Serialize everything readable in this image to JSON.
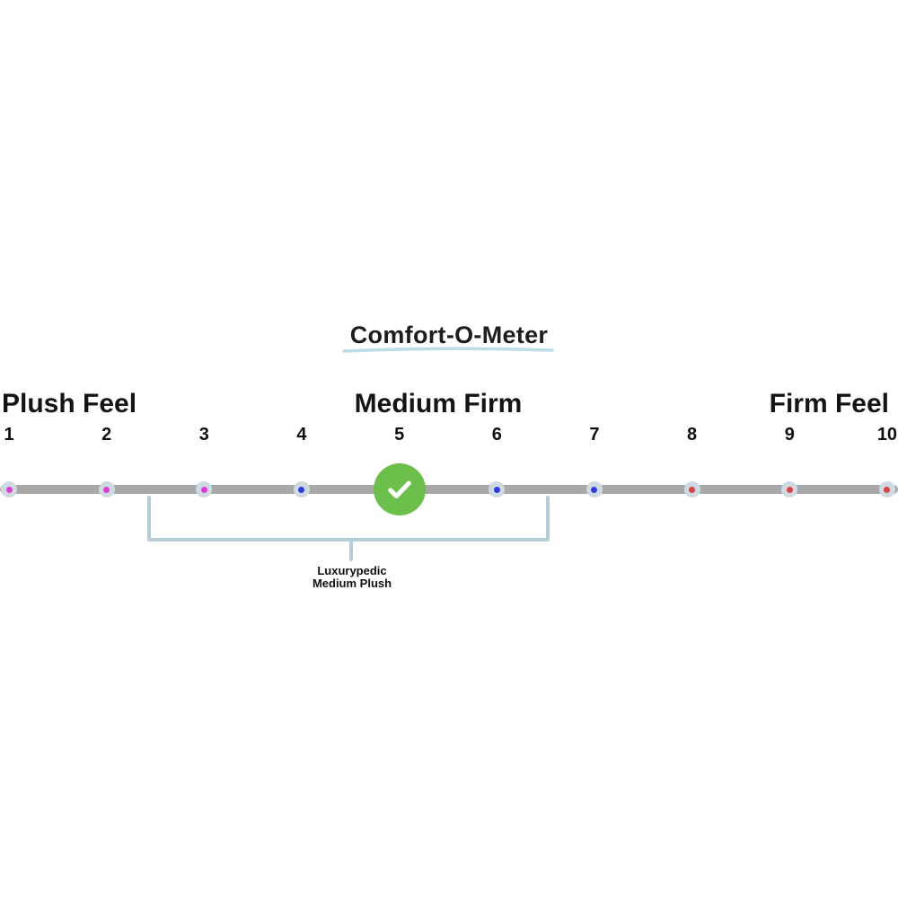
{
  "title": "Comfort-O-Meter",
  "scale": {
    "left_label": "Plush Feel",
    "center_label": "Medium Firm",
    "right_label": "Firm Feel",
    "selected_value": "5",
    "points": [
      {
        "number": "1",
        "color": "#de3cd9",
        "type": "dot"
      },
      {
        "number": "2",
        "color": "#de3cd9",
        "type": "dot"
      },
      {
        "number": "3",
        "color": "#de3cd9",
        "type": "dot"
      },
      {
        "number": "4",
        "color": "#2e3ed4",
        "type": "dot"
      },
      {
        "number": "5",
        "color": "#6cbf4b",
        "type": "selected"
      },
      {
        "number": "6",
        "color": "#2e3ed4",
        "type": "dot"
      },
      {
        "number": "7",
        "color": "#2e3ed4",
        "type": "dot"
      },
      {
        "number": "8",
        "color": "#d94343",
        "type": "dot"
      },
      {
        "number": "9",
        "color": "#d94343",
        "type": "dot"
      },
      {
        "number": "10",
        "color": "#d94343",
        "type": "dot"
      }
    ]
  },
  "annotation": {
    "line1": "Luxurypedic",
    "line2": "Medium Plush"
  },
  "colors": {
    "bar": "#a8a8a8",
    "dot_ring": "#cfd9e1",
    "bracket": "#b7ced9",
    "check_green": "#6cbf4b",
    "underline": "#bcdce6"
  }
}
